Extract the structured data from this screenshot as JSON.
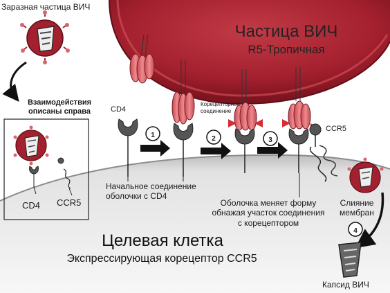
{
  "top_left_label": "Заразная частица ВИЧ",
  "box": {
    "title_line1": "Взаимодействия",
    "title_line2": "описаны справа",
    "cd4": "CD4",
    "ccr5": "CCR5"
  },
  "virion": {
    "title": "Частица ВИЧ",
    "subtitle": "R5-Тропичная"
  },
  "receptors": {
    "cd4": "CD4",
    "coreceptor_line1": "Корецепторное",
    "coreceptor_line2": "соединение",
    "ccr5": "CCR5"
  },
  "steps": {
    "s1": "1",
    "s2": "2",
    "s3": "3",
    "s4": "4",
    "step1_line1": "Начальное соединение",
    "step1_line2": "оболочки с CD4",
    "step2_line1": "Оболочка меняет форму",
    "step2_line2": "обнажая  участок соединения",
    "step2_line3": "с корецептором",
    "fusion_line1": "Слияние",
    "fusion_line2": "мембран"
  },
  "cell": {
    "title": "Целевая клетка",
    "subtitle": "Экспрессирующая корецептор CCR5"
  },
  "capsid_label": "Капсид ВИЧ",
  "colors": {
    "virion": "#a3202e",
    "gp120": "#d9646a",
    "cell": "#dcdcdc",
    "arrow": "#111111"
  }
}
